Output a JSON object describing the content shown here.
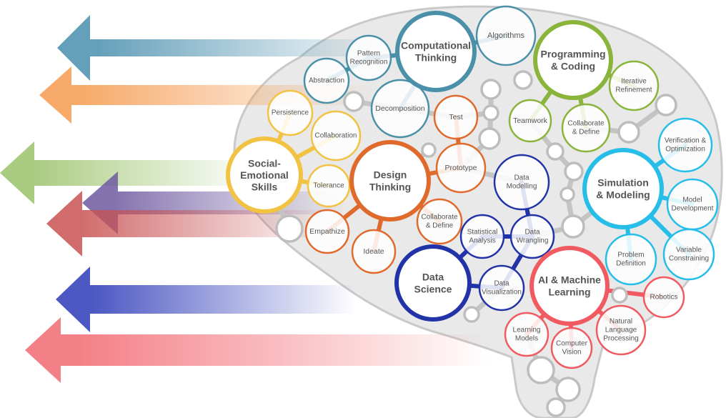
{
  "colors": {
    "head_fill": "#e9e9e9",
    "head_stroke": "#c9c9c9",
    "link_grey": "#c4c4c4",
    "blank_node": "#bdbdbd",
    "text": "#555555"
  },
  "arrows": [
    {
      "name": "teal-arrow",
      "color": "#4a8fae"
    },
    {
      "name": "orange-arrow",
      "color": "#f59a4e"
    },
    {
      "name": "green-arrow",
      "color": "#9ac26a"
    },
    {
      "name": "purple-arrow",
      "color": "#6e5aa0"
    },
    {
      "name": "red-arrow",
      "color": "#c95252"
    },
    {
      "name": "blue-arrow",
      "color": "#2c3ab8"
    },
    {
      "name": "pink-arrow",
      "color": "#f26a72"
    }
  ],
  "clusters": [
    {
      "id": "computational",
      "color": "#4a90a8",
      "label": [
        "Computational",
        "Thinking"
      ],
      "subs": [
        {
          "id": "algorithms",
          "label": [
            "Algorithms"
          ]
        },
        {
          "id": "pattern-recognition",
          "label": [
            "Pattern",
            "Recognition"
          ]
        },
        {
          "id": "abstraction",
          "label": [
            "Abstraction"
          ]
        },
        {
          "id": "decomposition",
          "label": [
            "Decomposition"
          ]
        }
      ]
    },
    {
      "id": "programming",
      "color": "#8ab43c",
      "label": [
        "Programming",
        "& Coding"
      ],
      "subs": [
        {
          "id": "iterative-refinement",
          "label": [
            "Iterative",
            "Refinement"
          ]
        },
        {
          "id": "teamwork",
          "label": [
            "Teamwork"
          ]
        },
        {
          "id": "collaborate-define-green",
          "label": [
            "Collaborate",
            "& Define"
          ]
        }
      ]
    },
    {
      "id": "social",
      "color": "#f2c242",
      "label": [
        "Social-",
        "Emotional",
        "Skills"
      ],
      "subs": [
        {
          "id": "persistence",
          "label": [
            "Persistence"
          ]
        },
        {
          "id": "collaboration",
          "label": [
            "Collaboration"
          ]
        },
        {
          "id": "tolerance",
          "label": [
            "Tolerance"
          ]
        }
      ]
    },
    {
      "id": "design",
      "color": "#e06a2c",
      "label": [
        "Design",
        "Thinking"
      ],
      "subs": [
        {
          "id": "test",
          "label": [
            "Test"
          ]
        },
        {
          "id": "prototype",
          "label": [
            "Prototype"
          ]
        },
        {
          "id": "collaborate-define-orange",
          "label": [
            "Collaborate",
            "& Define"
          ]
        },
        {
          "id": "empathize",
          "label": [
            "Empathize"
          ]
        },
        {
          "id": "ideate",
          "label": [
            "Ideate"
          ]
        }
      ]
    },
    {
      "id": "simulation",
      "color": "#26bde8",
      "label": [
        "Simulation",
        "& Modeling"
      ],
      "subs": [
        {
          "id": "verification-optimization",
          "label": [
            "Verification &",
            "Optimization"
          ]
        },
        {
          "id": "model-development",
          "label": [
            "Model",
            "Development"
          ]
        },
        {
          "id": "variable-constraining",
          "label": [
            "Variable",
            "Constraining"
          ]
        },
        {
          "id": "problem-definition",
          "label": [
            "Problem",
            "Definition"
          ]
        }
      ]
    },
    {
      "id": "datascience",
      "color": "#2233a8",
      "label": [
        "Data",
        "Science"
      ],
      "subs": [
        {
          "id": "data-modelling",
          "label": [
            "Data",
            "Modelling"
          ]
        },
        {
          "id": "statistical-analysis",
          "label": [
            "Statistical",
            "Analysis"
          ]
        },
        {
          "id": "data-wrangling",
          "label": [
            "Data",
            "Wrangling"
          ]
        },
        {
          "id": "data-visualization",
          "label": [
            "Data",
            "Visualization"
          ]
        }
      ]
    },
    {
      "id": "ai",
      "color": "#f05a60",
      "label": [
        "AI & Machine",
        "Learning"
      ],
      "subs": [
        {
          "id": "robotics",
          "label": [
            "Robotics"
          ]
        },
        {
          "id": "natural-language-processing",
          "label": [
            "Natural",
            "Language",
            "Processing"
          ]
        },
        {
          "id": "computer-vision",
          "label": [
            "Computer",
            "Vision"
          ]
        },
        {
          "id": "learning-models",
          "label": [
            "Learning",
            "Models"
          ]
        }
      ]
    }
  ]
}
